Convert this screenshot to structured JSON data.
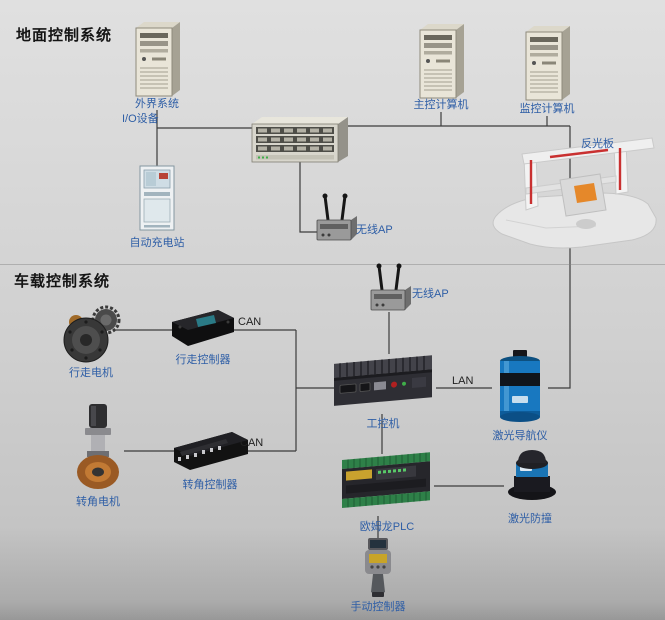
{
  "sections": {
    "ground_title": "地面控制系统",
    "vehicle_title": "车载控制系统"
  },
  "labels": {
    "external_system": "外界系统",
    "io_device": "I/O设备",
    "charging_station": "自动充电站",
    "main_computer": "主控计算机",
    "monitor_computer": "监控计算机",
    "reflector": "反光板",
    "wireless_ap_1": "无线AP",
    "wireless_ap_2": "无线AP",
    "travel_motor": "行走电机",
    "travel_controller": "行走控制器",
    "can_bus_1": "CAN",
    "steering_motor": "转角电机",
    "steering_controller": "转角控制器",
    "can_bus_2": "CAN",
    "industrial_pc": "工控机",
    "lan": "LAN",
    "laser_navigator": "激光导航仪",
    "omron_plc": "欧姆龙PLC",
    "laser_anticollision": "激光防撞",
    "manual_controller": "手动控制器"
  },
  "colors": {
    "label_text": "#2e5ea6",
    "title_text": "#141414",
    "wire": "#3c3c3c",
    "reflector_red": "#c93030",
    "laser_blue": "#1878c0",
    "plc_green": "#2e8048",
    "background_top": "#e0e0e0",
    "background_bottom": "#989898"
  }
}
